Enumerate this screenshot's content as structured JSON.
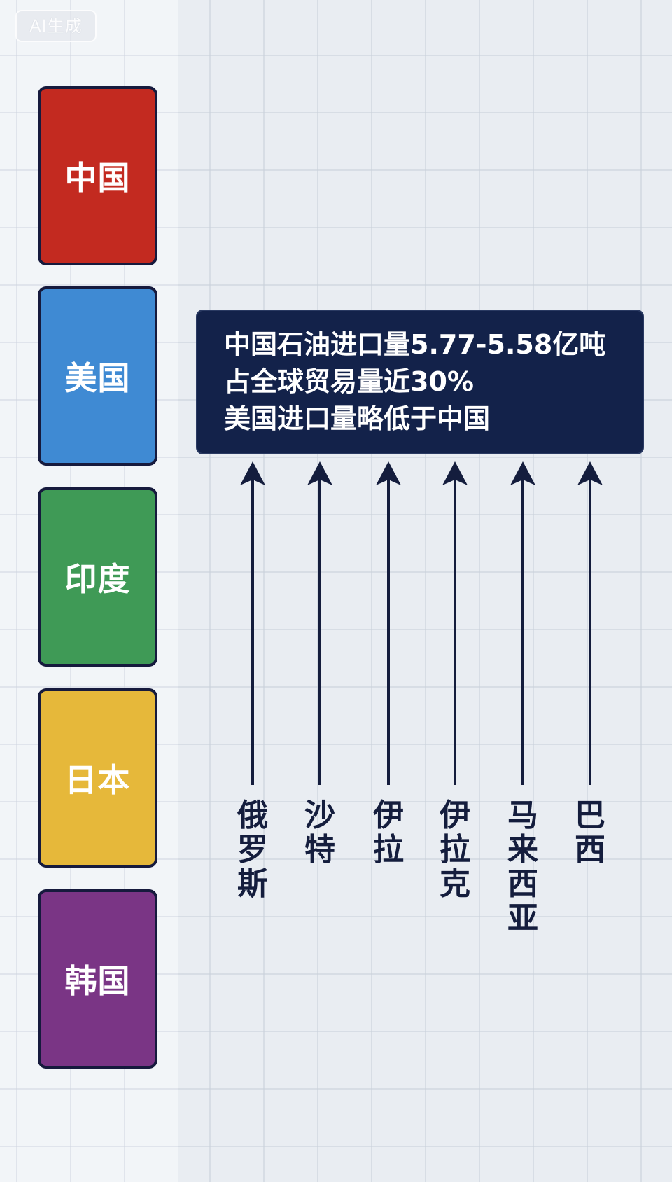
{
  "badge": {
    "label": "AI生成"
  },
  "importers": [
    {
      "name": "中国",
      "color": "#c32a20"
    },
    {
      "name": "美国",
      "color": "#3f8ad3"
    },
    {
      "name": "印度",
      "color": "#3f9a56"
    },
    {
      "name": "日本",
      "color": "#e6b83a"
    },
    {
      "name": "韩国",
      "color": "#7a3585"
    }
  ],
  "info_box": {
    "lines": [
      "中国石油进口量5.77-5.58亿吨",
      "占全球贸易量近30%",
      "美国进口量略低于中国"
    ],
    "background": "#13224a"
  },
  "sources": [
    {
      "name": "俄罗斯",
      "chars": [
        "俄",
        "罗",
        "斯"
      ]
    },
    {
      "name": "沙特",
      "chars": [
        "沙",
        "特"
      ]
    },
    {
      "name": "伊拉",
      "chars": [
        "伊",
        "拉"
      ]
    },
    {
      "name": "伊拉克",
      "chars": [
        "伊",
        "拉",
        "克"
      ]
    },
    {
      "name": "马来西亚",
      "chars": [
        "马",
        "来",
        "西",
        "亚"
      ]
    },
    {
      "name": "巴西",
      "chars": [
        "巴",
        "西"
      ]
    }
  ],
  "colors": {
    "ink": "#141d3d",
    "card_border": "#161a3d"
  }
}
